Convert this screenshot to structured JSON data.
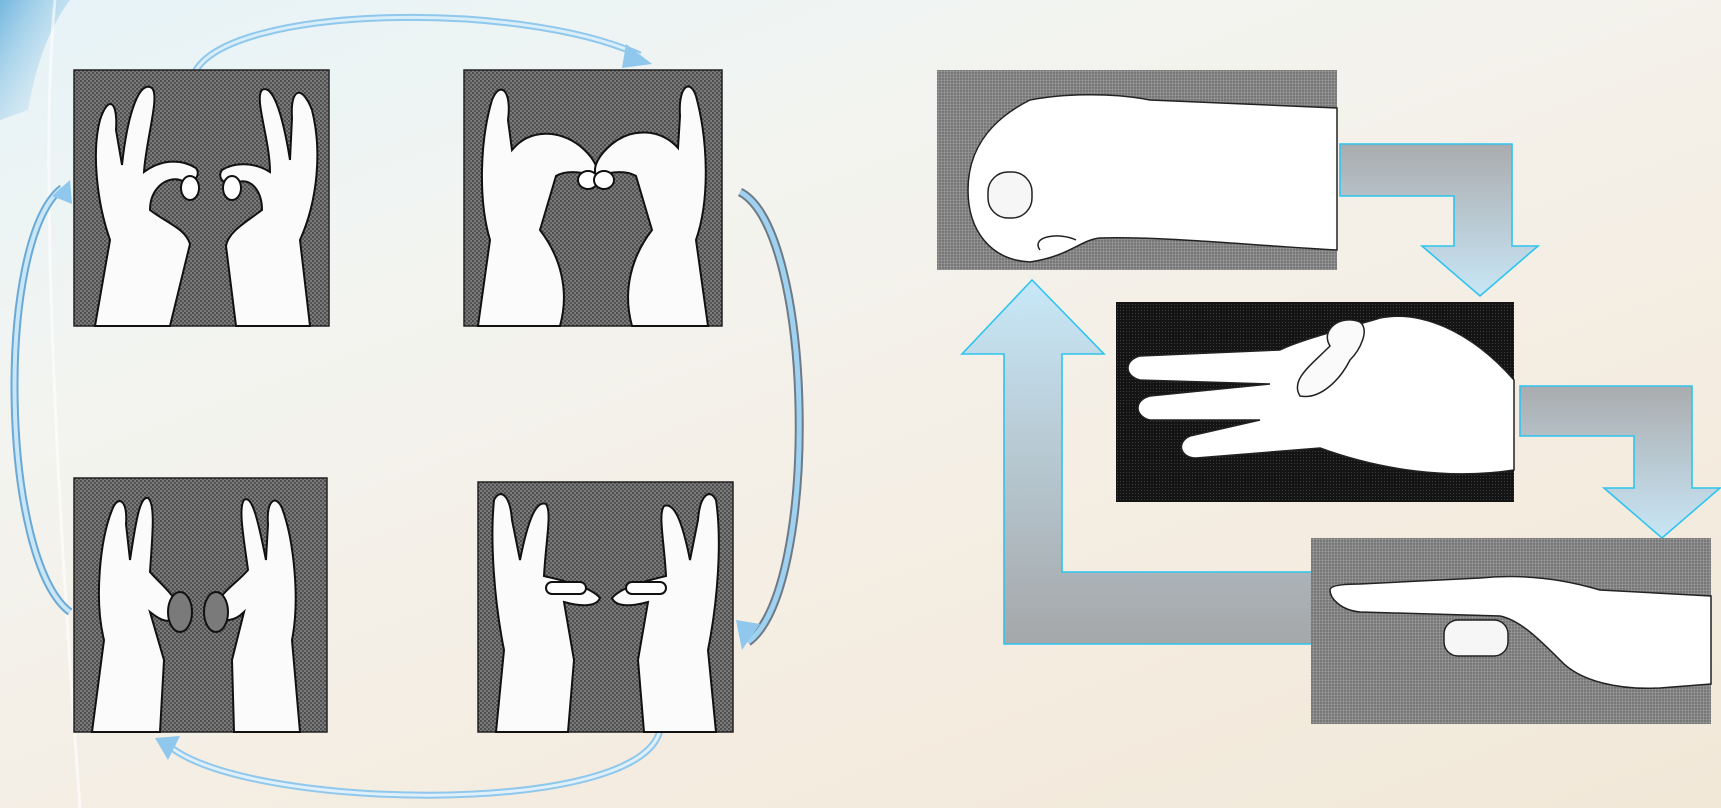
{
  "slide": {
    "background_colors": [
      "#e6f3f8",
      "#f3f4f0",
      "#f4ece0"
    ],
    "arrow_blue": "#8fc8ec",
    "arrow_outline": "#2ec4ef",
    "arrow_gradient": [
      "#a8aaac",
      "#c6e6f6"
    ]
  },
  "left_diagram": {
    "type": "circular-sequence",
    "direction": "clockwise",
    "panels": [
      {
        "name": "hands-pose-1",
        "position": "top-left",
        "description_icon": "two-hands-ok-sign-open-icon"
      },
      {
        "name": "hands-pose-2",
        "position": "top-right",
        "description_icon": "two-hands-fingertips-touching-icon"
      },
      {
        "name": "hands-pose-3",
        "position": "bottom-right",
        "description_icon": "two-hands-interlocked-rings-icon"
      },
      {
        "name": "hands-pose-4",
        "position": "bottom-left",
        "description_icon": "two-hands-ok-sign-facing-icon"
      }
    ]
  },
  "right_diagram": {
    "type": "cyclic-process",
    "panels": [
      {
        "name": "hand-fist-side",
        "description_icon": "hand-fist-thumb-tucked-icon"
      },
      {
        "name": "hand-flat-palm",
        "description_icon": "hand-flat-palm-thumb-bent-icon"
      },
      {
        "name": "hand-flat-side",
        "description_icon": "hand-flat-edge-icon"
      }
    ]
  }
}
